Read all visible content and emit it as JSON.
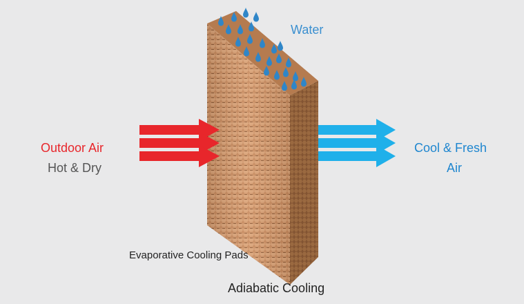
{
  "labels": {
    "water": "Water",
    "outdoor_air": "Outdoor Air",
    "hot_dry": "Hot & Dry",
    "cool_fresh": "Cool  & Fresh",
    "air": "Air",
    "pads": "Evaporative Cooling Pads",
    "caption": "Adiabatic Cooling"
  },
  "colors": {
    "background": "#e9e9ea",
    "hot_arrow": "#e8262b",
    "cool_arrow": "#1fb0ea",
    "water_drop": "#2f86c8",
    "pad_face": "#c98b5e",
    "pad_side": "#8f5a34",
    "pad_top": "#b77c50"
  },
  "icons": [
    "water-drop-icon",
    "hot-air-arrow-icon",
    "cool-air-arrow-icon"
  ]
}
